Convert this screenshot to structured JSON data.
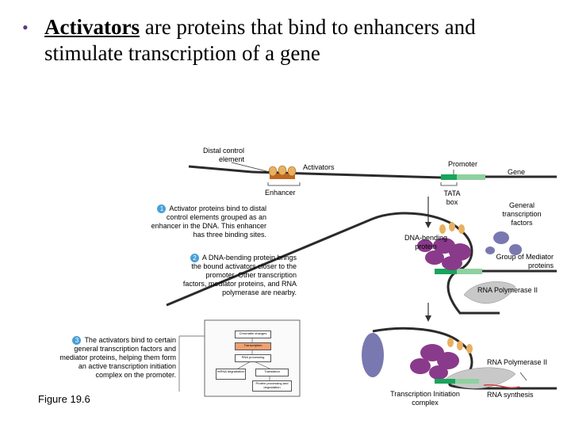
{
  "title": {
    "bullet": "•",
    "term": "Activators",
    "line1_rest": " are proteins that bind to enhancers and",
    "line2": "stimulate transcription of a gene"
  },
  "labels": {
    "distal": "Distal control element",
    "activators": "Activators",
    "promoter": "Promoter",
    "gene": "Gene",
    "enhancer": "Enhancer",
    "tata": "TATA box",
    "general_tf": "General transcription factors",
    "dna_bending": "DNA-bending protein",
    "mediator": "Group of Mediator proteins",
    "rna_pol_1": "RNA Polymerase II",
    "rna_pol_2": "RNA Polymerase II",
    "initiation": "Transcription Initiation complex",
    "rna_synthesis": "RNA synthesis"
  },
  "steps": [
    {
      "num": "1",
      "text": "Activator proteins bind to distal control elements grouped as an enhancer in the DNA. This enhancer has three binding sites."
    },
    {
      "num": "2",
      "text": "A DNA-bending protein brings the bound activators closer to the promoter. Other transcription factors, mediator proteins, and RNA polymerase are nearby."
    },
    {
      "num": "3",
      "text": "The activators bind to certain general transcription factors and mediator proteins, helping them form an active transcription initiation complex on the promoter."
    }
  ],
  "figure": "Figure 19.6",
  "flow": {
    "chromatin": "Chromatin changes",
    "transcription": "Transcription",
    "rna_processing": "RNA processing",
    "mrna_degradation": "mRNA degradation",
    "translation": "Translation",
    "protein_processing": "Protein processing and degradation"
  },
  "colors": {
    "dna": "#2b2b2b",
    "promoter_green": "#1aa45a",
    "gene_light_green": "#8fd0a0",
    "activator": "#e8b060",
    "mediator": "#8a3a8a",
    "gtf": "#7a78b0",
    "polymerase": "#c8c8c8",
    "step_badge": "#4a9fd8",
    "bullet": "#5a3a8a"
  }
}
